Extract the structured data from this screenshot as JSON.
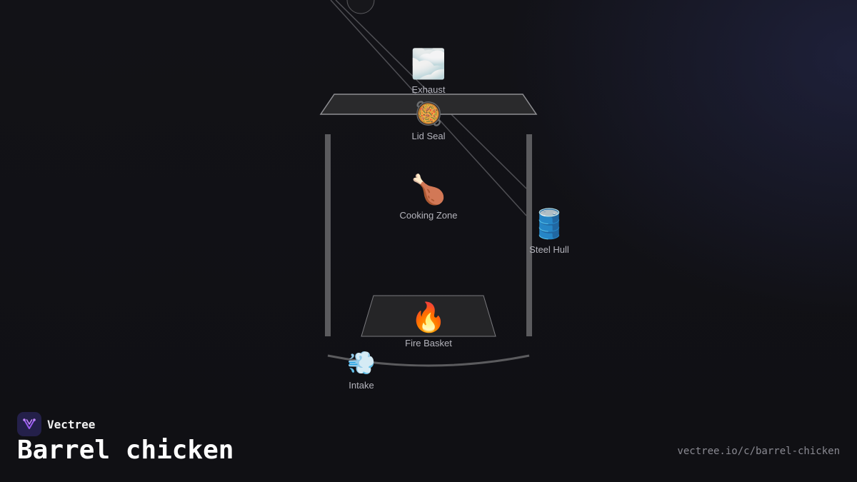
{
  "brand": {
    "name": "Vectree",
    "logo_icon": "vectree-logo-icon"
  },
  "title": "Barrel chicken",
  "url": "vectree.io/c/barrel-chicken",
  "colors": {
    "background": "#111116",
    "accent": "#7b3fe4",
    "line": "#5a5a5e"
  },
  "diagram": {
    "nodes": [
      {
        "id": "exhaust",
        "emoji": "🌫️",
        "label": "Exhaust"
      },
      {
        "id": "lid_seal",
        "emoji": "🥘",
        "label": "Lid Seal"
      },
      {
        "id": "cooking_zone",
        "emoji": "🍗",
        "label": "Cooking Zone"
      },
      {
        "id": "steel_hull",
        "emoji": "🛢️",
        "label": "Steel Hull"
      },
      {
        "id": "fire_basket",
        "emoji": "🔥",
        "label": "Fire Basket"
      },
      {
        "id": "intake",
        "emoji": "💨",
        "label": "Intake"
      }
    ]
  }
}
